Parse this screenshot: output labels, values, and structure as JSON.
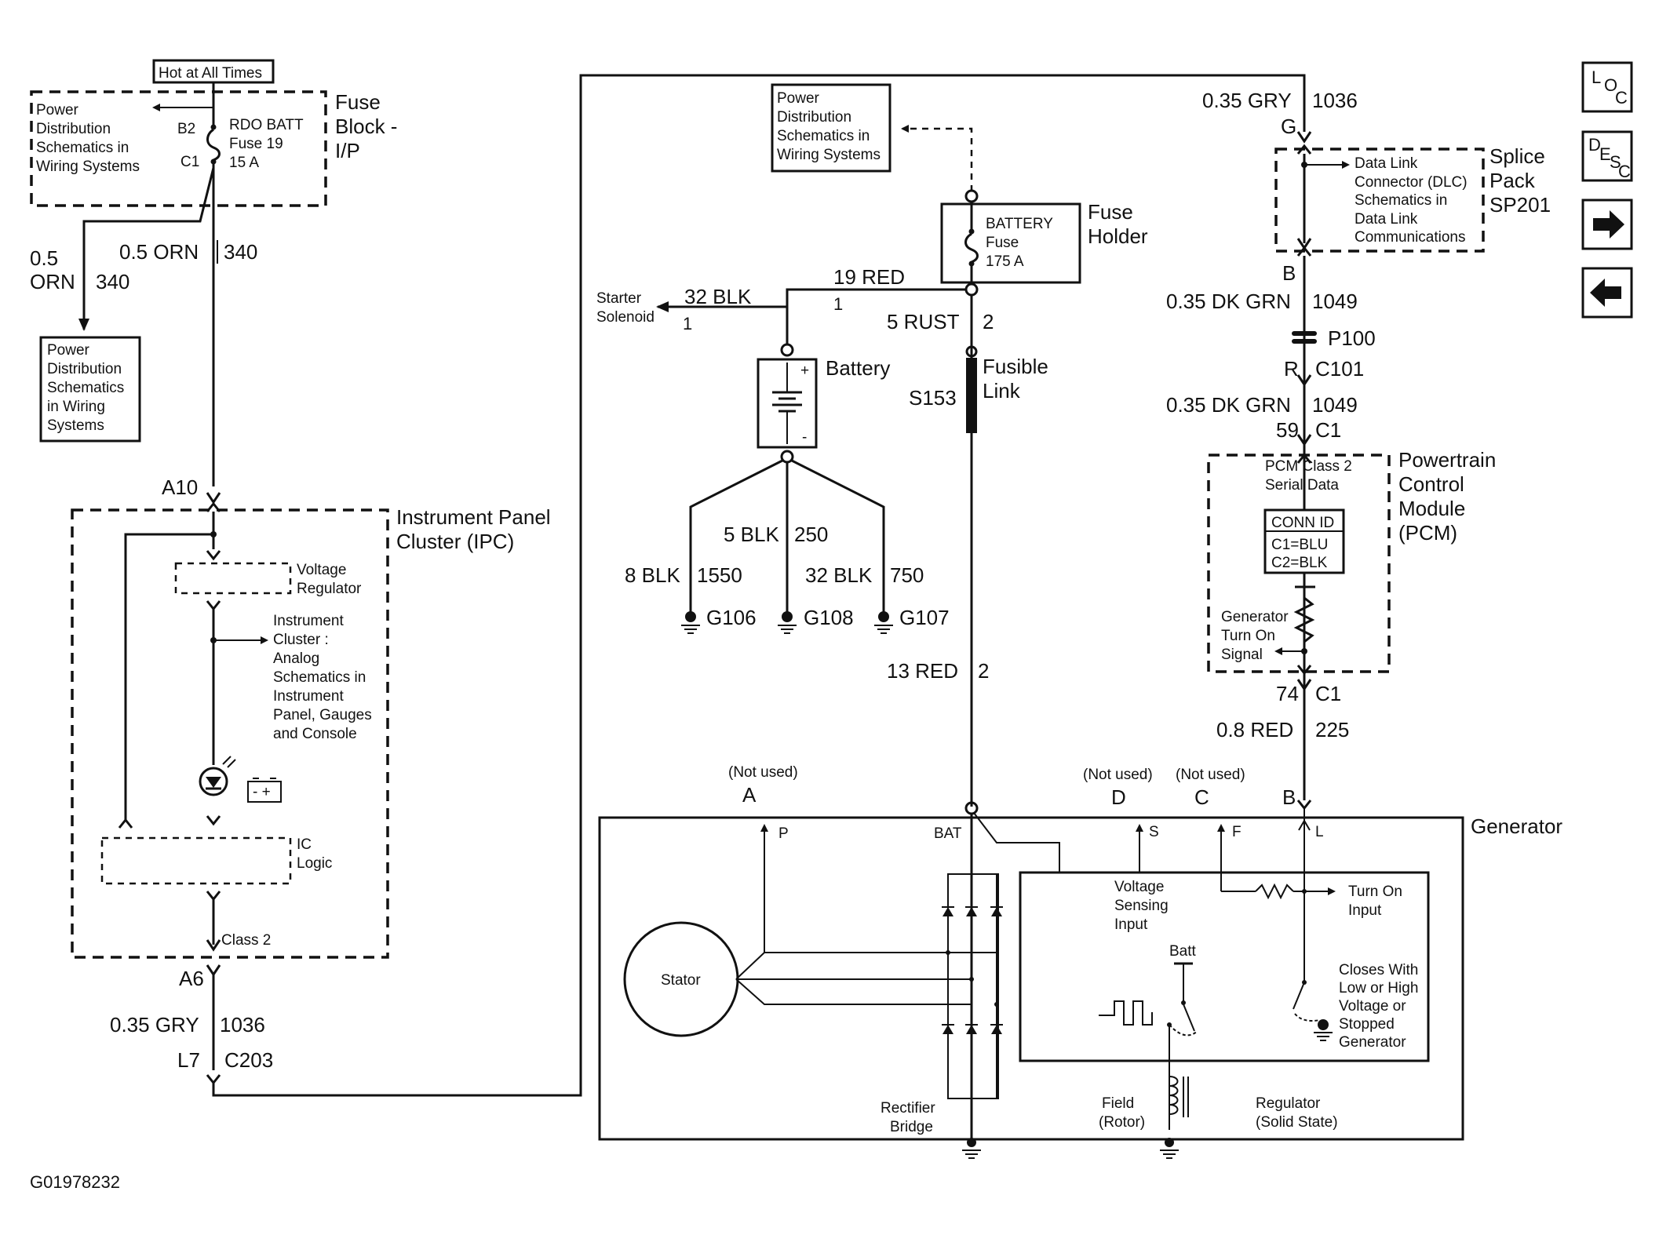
{
  "nav": {
    "loc": {
      "l1": "L",
      "l2": "O",
      "l3": "C"
    },
    "desc": {
      "l1": "D",
      "l2": "E",
      "l3": "S",
      "l4": "C"
    }
  },
  "fuse_block": {
    "hot_label": "Hot at All Times",
    "title": [
      "Fuse",
      "Block -",
      "I/P"
    ],
    "pd_ref": [
      "Power",
      "Distribution",
      "Schematics in",
      "Wiring Systems"
    ],
    "fuse": [
      "RDO BATT",
      "Fuse 19",
      "15 A"
    ],
    "pin_top": "B2",
    "pin_bottom": "C1"
  },
  "left_wires": {
    "w1_gauge": "0.5 ORN",
    "w1_circuit": "340",
    "w2_gauge_a": "0.5",
    "w2_gauge_b": "ORN",
    "w2_circuit": "340",
    "pd_ref2": [
      "Power",
      "Distribution",
      "Schematics",
      "in Wiring",
      "Systems"
    ]
  },
  "ipc": {
    "title": [
      "Instrument Panel",
      "Cluster (IPC)"
    ],
    "conn_top": "A10",
    "voltage_regulator": [
      "Voltage",
      "Regulator"
    ],
    "instrument_ref": [
      "Instrument",
      "Cluster :",
      "Analog",
      "Schematics in",
      "Instrument",
      "Panel, Gauges",
      "and Console"
    ],
    "ic_logic": [
      "IC",
      "Logic"
    ],
    "class2": "Class 2",
    "conn_bottom": "A6",
    "wire_gauge": "0.35 GRY",
    "wire_circuit": "1036",
    "conn_l7": "L7",
    "conn_c203": "C203"
  },
  "center": {
    "pd_ref": [
      "Power",
      "Distribution",
      "Schematics in",
      "Wiring Systems"
    ],
    "fuse_holder": [
      "Fuse",
      "Holder"
    ],
    "battery_fuse": [
      "BATTERY",
      "Fuse",
      "175 A"
    ],
    "w19": "19 RED",
    "w19_pin": "1",
    "w32": "32 BLK",
    "w32_pin": "1",
    "starter": [
      "Starter",
      "Solenoid"
    ],
    "w5rust": "5 RUST",
    "w5rust_pin": "2",
    "battery": "Battery",
    "s153": "S153",
    "fusible_link": [
      "Fusible",
      "Link"
    ],
    "w5blk": "5 BLK",
    "w5blk_c": "250",
    "w8blk": "8 BLK",
    "w8blk_c": "1550",
    "w32blk": "32 BLK",
    "w32blk_c": "750",
    "g106": "G106",
    "g108": "G108",
    "g107": "G107",
    "w13red": "13 RED",
    "w13red_pin": "2"
  },
  "right": {
    "w_gry": "0.35 GRY",
    "w_gry_c": "1036",
    "conn_g": "G",
    "splice_ref": [
      "Data Link",
      "Connector (DLC)",
      "Schematics in",
      "Data Link",
      "Communications"
    ],
    "splice_title": [
      "Splice",
      "Pack",
      "SP201"
    ],
    "conn_b": "B",
    "w_dkgrn1": "0.35 DK GRN",
    "w_dkgrn1_c": "1049",
    "p100": "P100",
    "conn_r": "R",
    "c101": "C101",
    "w_dkgrn2": "0.35 DK GRN",
    "w_dkgrn2_c": "1049",
    "pin59": "59",
    "pin59_c": "C1",
    "pcm_class2": [
      "PCM Class 2",
      "Serial Data"
    ],
    "conn_id": [
      "CONN ID",
      "C1=BLU",
      "C2=BLK"
    ],
    "pcm_title": [
      "Powertrain",
      "Control",
      "Module",
      "(PCM)"
    ],
    "gen_turn_on": [
      "Generator",
      "Turn On",
      "Signal"
    ],
    "pin74": "74",
    "pin74_c": "C1",
    "w_red": "0.8 RED",
    "w_red_c": "225"
  },
  "generator": {
    "title": "Generator",
    "not_used_a": "(Not used)",
    "term_a": "A",
    "not_used_d": "(Not used)",
    "term_d": "D",
    "not_used_c": "(Not used)",
    "term_c": "C",
    "term_b": "B",
    "pin_p": "P",
    "pin_bat": "BAT",
    "pin_s": "S",
    "pin_f": "F",
    "pin_l": "L",
    "stator": "Stator",
    "voltage_sensing": [
      "Voltage",
      "Sensing",
      "Input"
    ],
    "turn_on_input": [
      "Turn On",
      "Input"
    ],
    "batt": "Batt",
    "closes_with": [
      "Closes With",
      "Low or High",
      "Voltage or",
      "Stopped",
      "Generator"
    ],
    "rectifier": [
      "Rectifier",
      "Bridge"
    ],
    "field": [
      "Field",
      "(Rotor)"
    ],
    "regulator": [
      "Regulator",
      "(Solid State)"
    ]
  },
  "footer": {
    "code": "G01978232"
  }
}
